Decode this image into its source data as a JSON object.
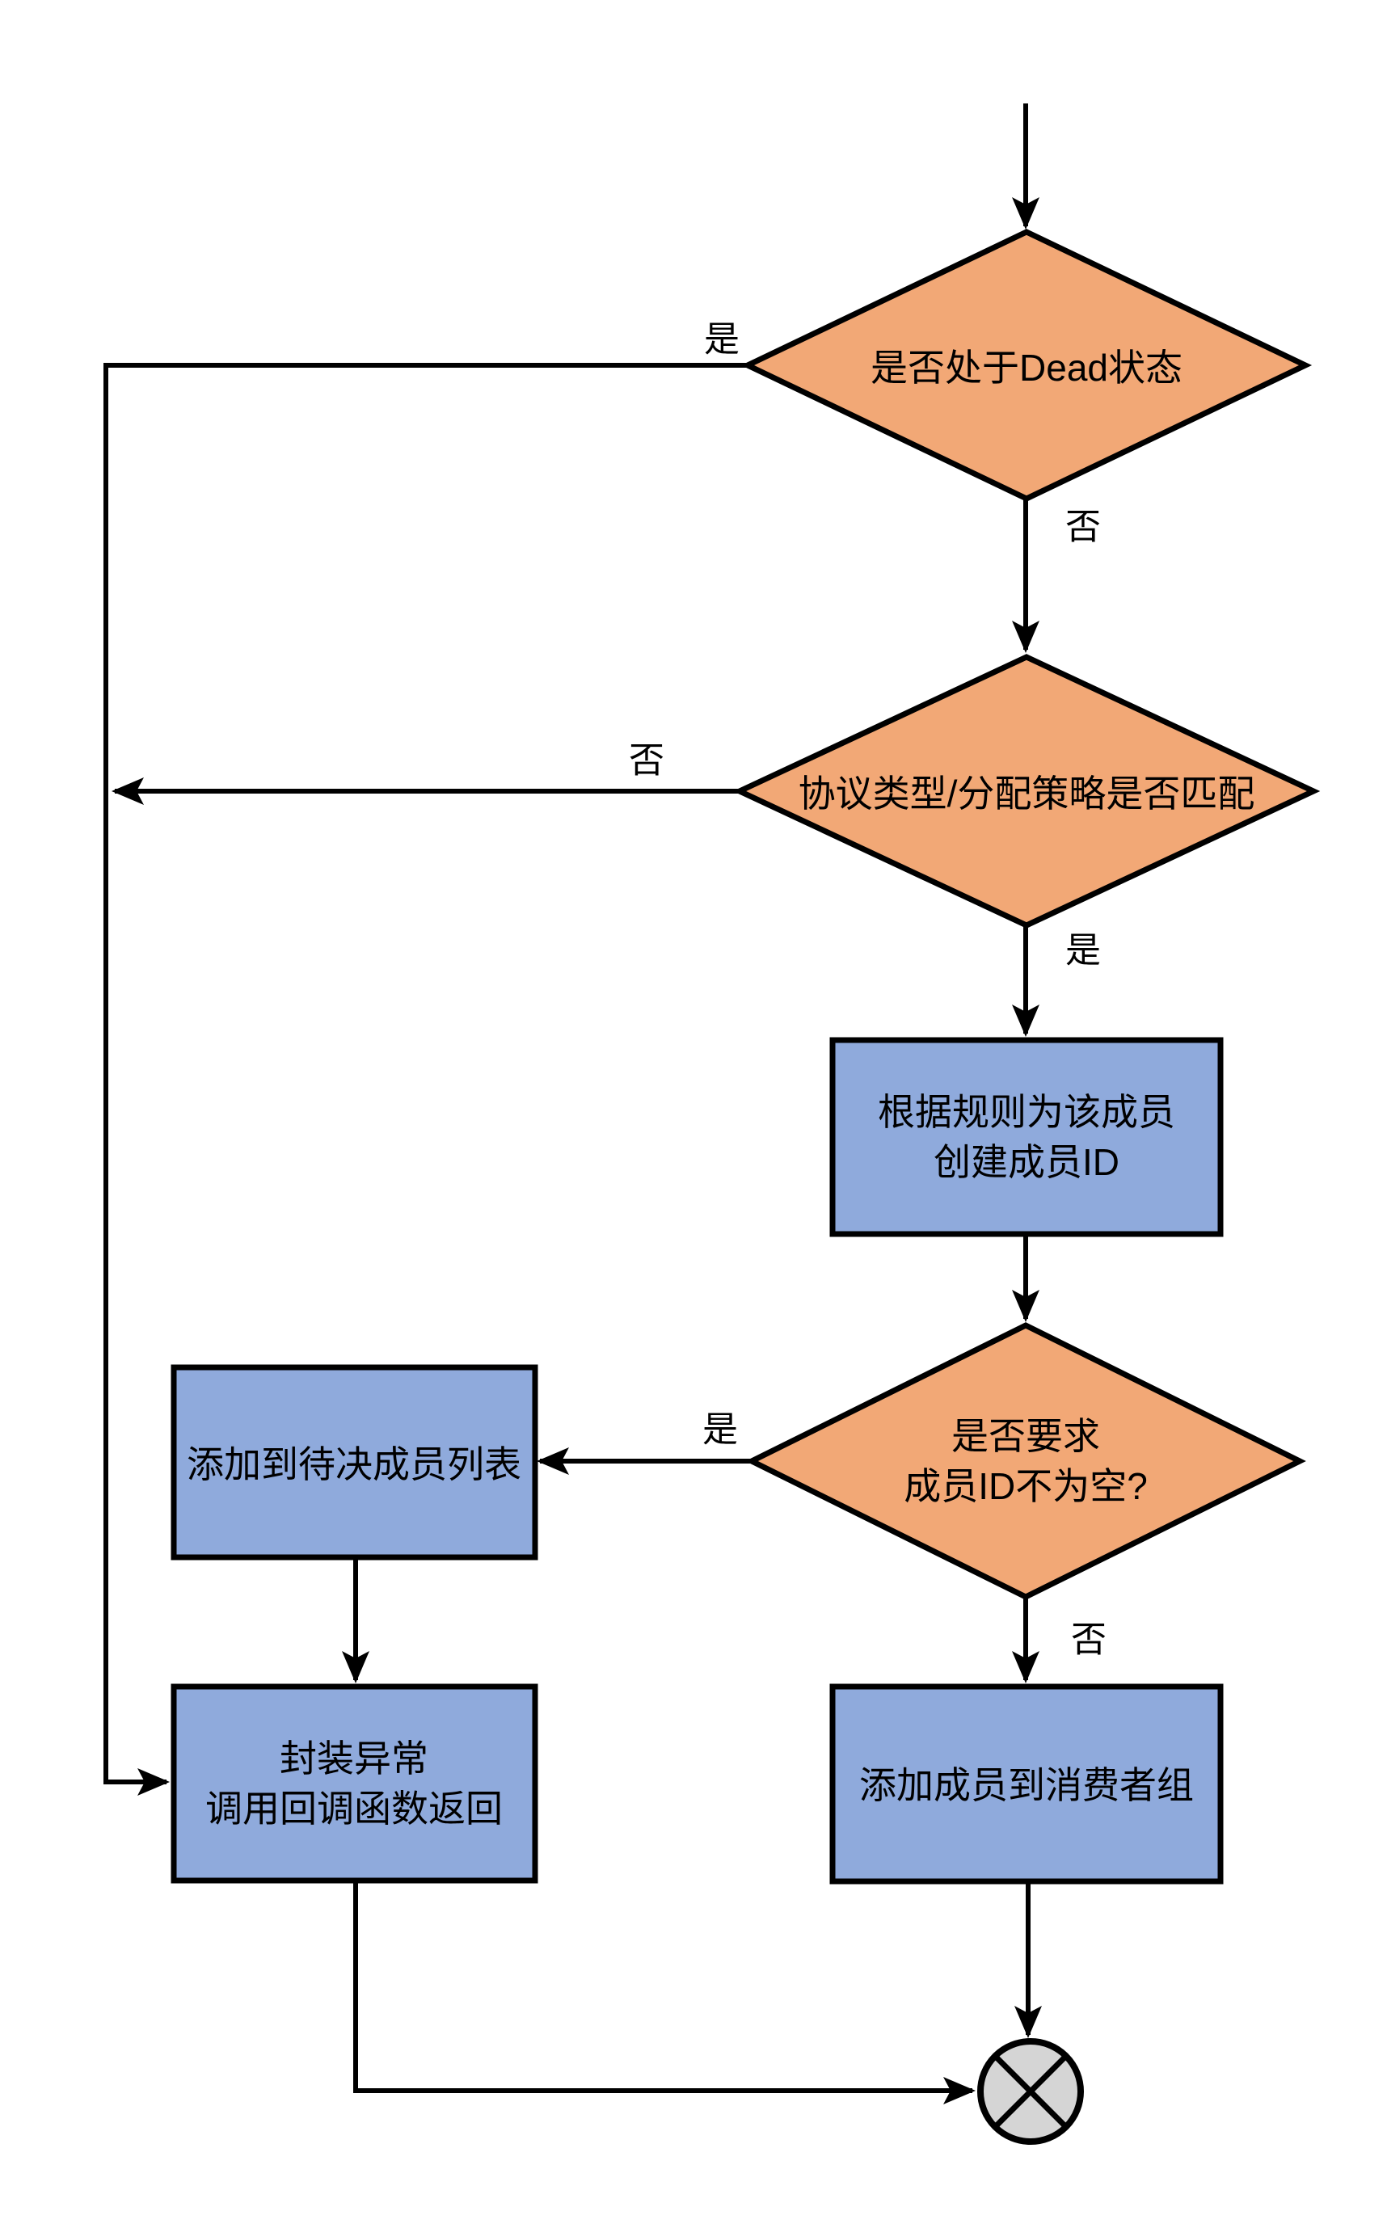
{
  "colors": {
    "decision_fill": "#F2A876",
    "process_fill": "#8FAADC",
    "end_fill": "#D5D5D5",
    "line": "#000000"
  },
  "nodes": {
    "decision_dead": {
      "type": "decision",
      "lines": [
        "是否处于Dead状态"
      ]
    },
    "decision_protocol": {
      "type": "decision",
      "lines": [
        "协议类型/分配策略是否匹配"
      ]
    },
    "process_create_id": {
      "type": "process",
      "lines": [
        "根据规则为该成员",
        "创建成员ID"
      ]
    },
    "decision_member_id": {
      "type": "decision",
      "lines": [
        "是否要求",
        "成员ID不为空?"
      ]
    },
    "process_pending_list": {
      "type": "process",
      "lines": [
        "添加到待决成员列表"
      ]
    },
    "process_exception": {
      "type": "process",
      "lines": [
        "封装异常",
        "调用回调函数返回"
      ]
    },
    "process_add_member": {
      "type": "process",
      "lines": [
        "添加成员到消费者组"
      ]
    },
    "end_junction": {
      "type": "end",
      "lines": []
    }
  },
  "edge_labels": {
    "dead_yes": "是",
    "dead_no": "否",
    "protocol_no": "否",
    "protocol_yes": "是",
    "member_id_yes": "是",
    "member_id_no": "否"
  }
}
